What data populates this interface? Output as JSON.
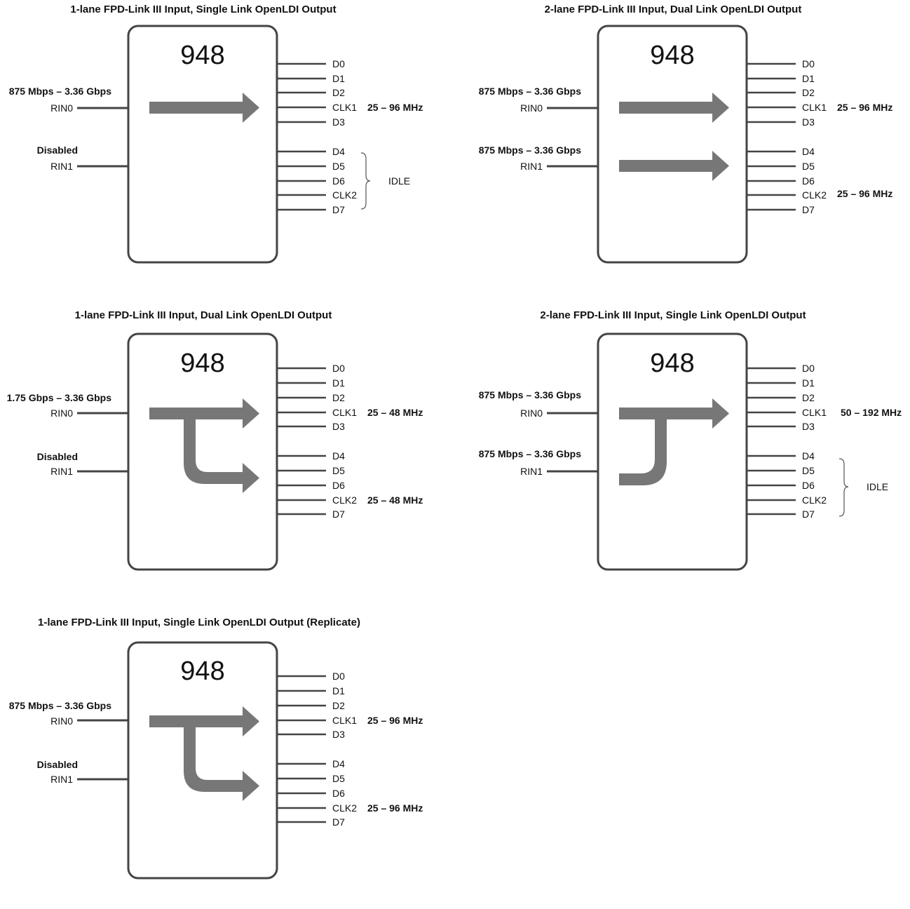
{
  "colors": {
    "box": "#444444",
    "arrow": "#777777",
    "text": "#111111"
  },
  "diagrams": [
    {
      "id": "d1",
      "title": "1-lane FPD-Link III Input, Single Link OpenLDI Output",
      "chip": "948",
      "rin0": {
        "label": "RIN0",
        "rate": "875 Mbps – 3.36 Gbps"
      },
      "rin1": {
        "label": "RIN1",
        "rate": "Disabled"
      },
      "outputs": [
        "D0",
        "D1",
        "D2",
        "CLK1",
        "D3",
        "D4",
        "D5",
        "D6",
        "CLK2",
        "D7"
      ],
      "freq1": "25 – 96 MHz",
      "freq2": "",
      "idle": "IDLE",
      "mode": "single"
    },
    {
      "id": "d2",
      "title": "2-lane FPD-Link III Input, Dual Link OpenLDI Output",
      "chip": "948",
      "rin0": {
        "label": "RIN0",
        "rate": "875 Mbps – 3.36 Gbps"
      },
      "rin1": {
        "label": "RIN1",
        "rate": "875 Mbps – 3.36 Gbps"
      },
      "outputs": [
        "D0",
        "D1",
        "D2",
        "CLK1",
        "D3",
        "D4",
        "D5",
        "D6",
        "CLK2",
        "D7"
      ],
      "freq1": "25 – 96 MHz",
      "freq2": "25 – 96 MHz",
      "idle": "",
      "mode": "dual"
    },
    {
      "id": "d3",
      "title": "1-lane FPD-Link III Input, Dual Link OpenLDI Output",
      "chip": "948",
      "rin0": {
        "label": "RIN0",
        "rate": "1.75 Gbps – 3.36 Gbps"
      },
      "rin1": {
        "label": "RIN1",
        "rate": "Disabled"
      },
      "outputs": [
        "D0",
        "D1",
        "D2",
        "CLK1",
        "D3",
        "D4",
        "D5",
        "D6",
        "CLK2",
        "D7"
      ],
      "freq1": "25 – 48 MHz",
      "freq2": "25 – 48 MHz",
      "idle": "",
      "mode": "split"
    },
    {
      "id": "d4",
      "title": "2-lane FPD-Link III Input, Single Link OpenLDI Output",
      "chip": "948",
      "rin0": {
        "label": "RIN0",
        "rate": "875 Mbps – 3.36 Gbps"
      },
      "rin1": {
        "label": "RIN1",
        "rate": "875 Mbps – 3.36 Gbps"
      },
      "outputs": [
        "D0",
        "D1",
        "D2",
        "CLK1",
        "D3",
        "D4",
        "D5",
        "D6",
        "CLK2",
        "D7"
      ],
      "freq1": "50 – 192 MHz",
      "freq2": "",
      "idle": "IDLE",
      "mode": "merge"
    },
    {
      "id": "d5",
      "title": "1-lane FPD-Link III Input, Single Link OpenLDI Output (Replicate)",
      "chip": "948",
      "rin0": {
        "label": "RIN0",
        "rate": "875 Mbps – 3.36 Gbps"
      },
      "rin1": {
        "label": "RIN1",
        "rate": "Disabled"
      },
      "outputs": [
        "D0",
        "D1",
        "D2",
        "CLK1",
        "D3",
        "D4",
        "D5",
        "D6",
        "CLK2",
        "D7"
      ],
      "freq1": "25 – 96 MHz",
      "freq2": "25 – 96 MHz",
      "idle": "",
      "mode": "split"
    }
  ]
}
